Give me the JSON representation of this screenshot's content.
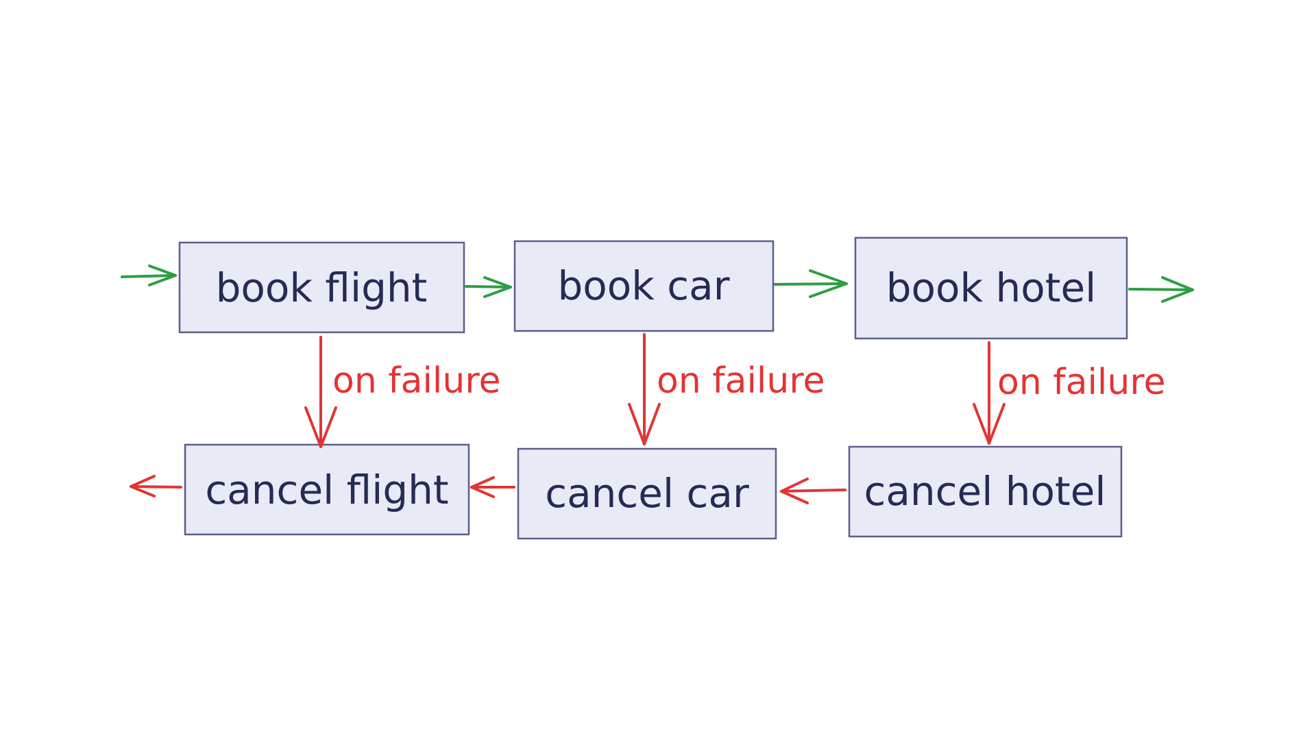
{
  "nodes": {
    "book_flight": "book flight",
    "book_car": "book car",
    "book_hotel": "book hotel",
    "cancel_flight": "cancel flight",
    "cancel_car": "cancel car",
    "cancel_hotel": "cancel hotel"
  },
  "edges": {
    "failure_label": "on failure"
  },
  "colors": {
    "success_arrow": "#2e9e45",
    "failure_arrow": "#e03535",
    "box_fill": "#e8eaf6",
    "box_stroke": "#5a5e8a",
    "text": "#262b55"
  }
}
